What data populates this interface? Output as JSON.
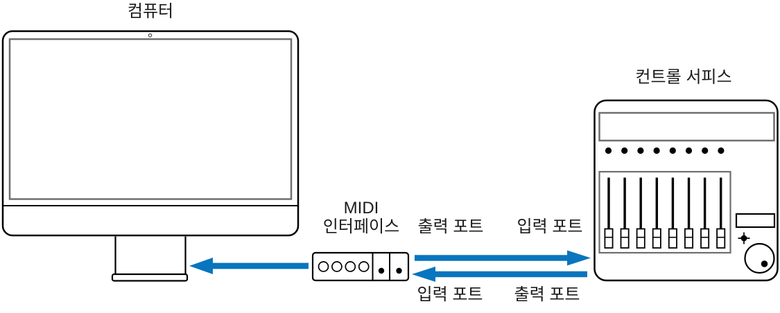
{
  "diagram": {
    "computer": {
      "label": "컴퓨터"
    },
    "midi_interface": {
      "label_line1": "MIDI",
      "label_line2": "인터페이스",
      "din_port_count": 4,
      "indicator_count": 2
    },
    "control_surface": {
      "label": "컨트롤 서피스",
      "knob_count": 8,
      "fader_count": 8
    },
    "connections": {
      "midi_to_computer": {
        "direction": "left"
      },
      "midi_out_to_surface": {
        "direction": "right",
        "start_label": "출력 포트",
        "end_label": "입력 포트"
      },
      "surface_out_to_midi": {
        "direction": "left",
        "start_label": "출력 포트",
        "end_label": "입력 포트"
      }
    },
    "colors": {
      "accent": "#0875BE",
      "outline": "#000000",
      "secondary_outline": "#6E6E6E",
      "text": "#1A1A1A"
    }
  }
}
